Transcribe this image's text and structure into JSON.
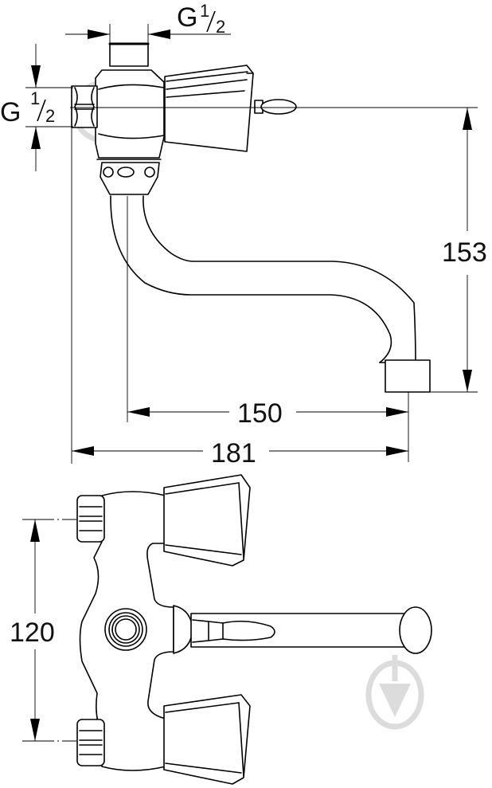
{
  "drawing": {
    "type": "technical dimension drawing",
    "subject": "wall-mounted two-handle faucet with S-spout",
    "views": [
      {
        "name": "side-view"
      },
      {
        "name": "top-view"
      }
    ]
  },
  "dimensions": {
    "top_connection": {
      "prefix": "G",
      "num": "1",
      "den": "2"
    },
    "side_connection": {
      "prefix": "G",
      "num": "1",
      "den": "2"
    },
    "height": "153",
    "spout_reach": "150",
    "overall_length": "181",
    "inlet_spacing": "120"
  },
  "colors": {
    "line": "#000000",
    "background": "#ffffff",
    "watermark": "#dcdcdc"
  }
}
